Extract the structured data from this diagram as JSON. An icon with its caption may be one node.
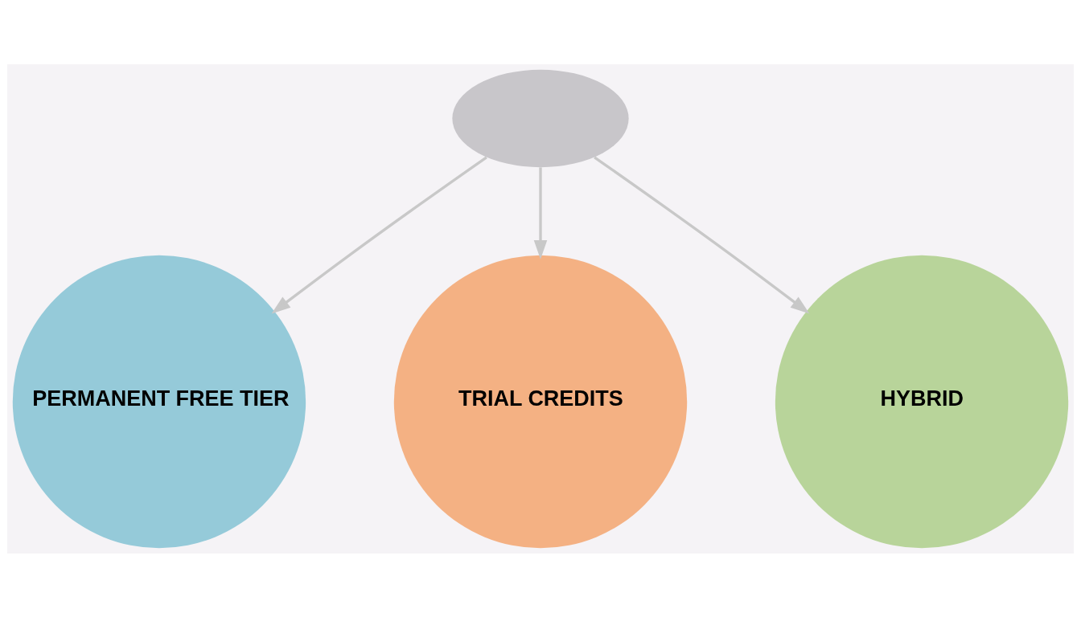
{
  "diagram": {
    "nodes": [
      {
        "text": [],
        "shape": "cloud"
      },
      {
        "text": [
          "PERMANENT FREE TIER"
        ]
      },
      {
        "text": [
          "TRIAL CREDITS"
        ]
      },
      {
        "text": [
          "HYBRID"
        ]
      }
    ],
    "edges": [
      {
        "from": 0,
        "to": 1,
        "arrow": "to"
      },
      {
        "from": 0,
        "to": 2,
        "arrow": "to"
      },
      {
        "from": 0,
        "to": 3,
        "arrow": "to"
      }
    ]
  }
}
